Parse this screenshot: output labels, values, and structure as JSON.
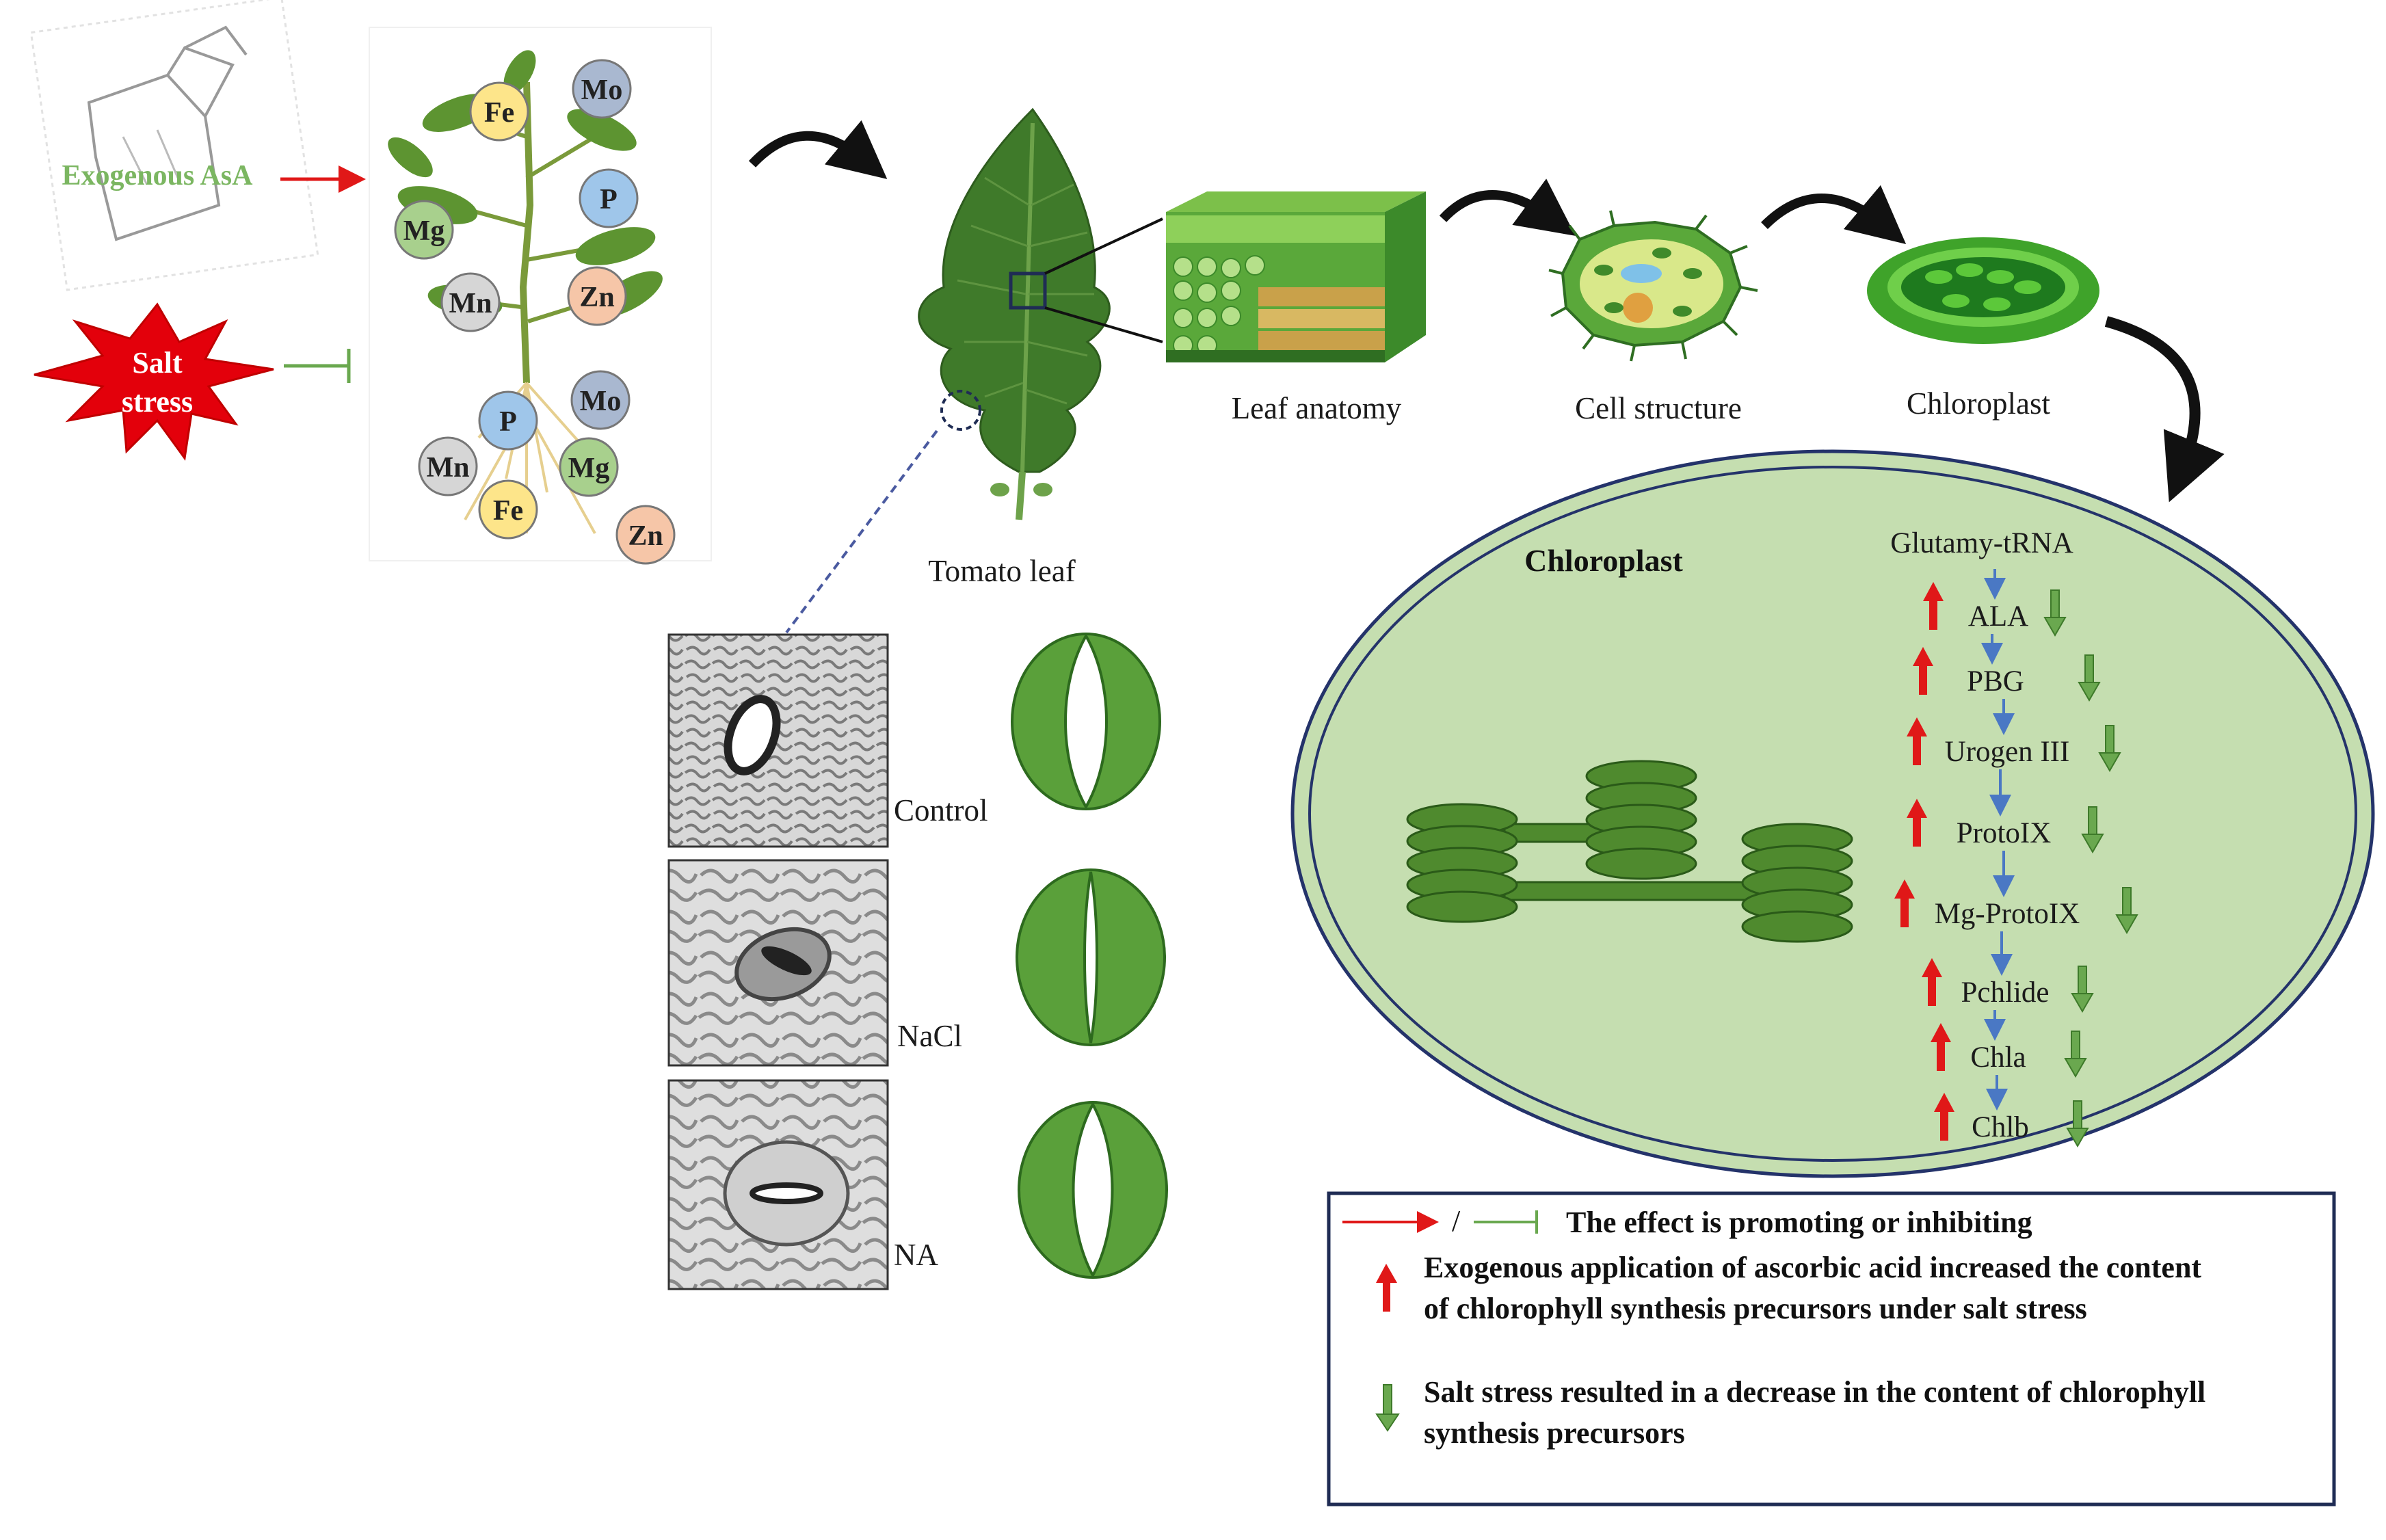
{
  "left": {
    "spray_label": "Exogenous AsA",
    "salt_label_line1": "Salt",
    "salt_label_line2": "stress"
  },
  "nutrients_shoot": [
    {
      "symbol": "Fe",
      "color": "#fde58a"
    },
    {
      "symbol": "Mo",
      "color": "#a9b8d0"
    },
    {
      "symbol": "P",
      "color": "#9fc6ea"
    },
    {
      "symbol": "Mg",
      "color": "#a8d08d"
    },
    {
      "symbol": "Mn",
      "color": "#d6d6d6"
    },
    {
      "symbol": "Zn",
      "color": "#f6c6a8"
    }
  ],
  "nutrients_root": [
    {
      "symbol": "Mo",
      "color": "#a9b8d0"
    },
    {
      "symbol": "P",
      "color": "#9fc6ea"
    },
    {
      "symbol": "Mn",
      "color": "#d6d6d6"
    },
    {
      "symbol": "Mg",
      "color": "#a8d08d"
    },
    {
      "symbol": "Fe",
      "color": "#fde58a"
    },
    {
      "symbol": "Zn",
      "color": "#f6c6a8"
    }
  ],
  "labels": {
    "tomato_leaf": "Tomato leaf",
    "leaf_anatomy": "Leaf anatomy",
    "cell_structure": "Cell structure",
    "chloroplast_top": "Chloroplast",
    "chloroplast_inner": "Chloroplast"
  },
  "stomata": [
    {
      "label": "Control",
      "aperture": "open"
    },
    {
      "label": "NaCl",
      "aperture": "closed"
    },
    {
      "label": "NA",
      "aperture": "open"
    }
  ],
  "pathway": {
    "start": "Glutamy-tRNA",
    "steps": [
      "ALA",
      "PBG",
      "Urogen III",
      "ProtoIX",
      "Mg-ProtoIX",
      "Pchlide",
      "Chla",
      "Chlb"
    ]
  },
  "legend": {
    "separator": "/",
    "effect_text": "The effect is promoting or inhibiting",
    "up_line1": "Exogenous application of ascorbic acid increased the content",
    "up_line2": "of chlorophyll synthesis precursors under salt stress",
    "down_line1": "Salt stress resulted in a decrease in the content of chlorophyll",
    "down_line2": "synthesis precursors"
  },
  "colors": {
    "promote_red": "#e01818",
    "inhibit_green": "#6aa84f",
    "chloroplast_fill": "#c5deb0",
    "grana_green": "#4f8a2e",
    "leaf_green": "#3f7a2a",
    "pathway_blue": "#4a78c4"
  }
}
